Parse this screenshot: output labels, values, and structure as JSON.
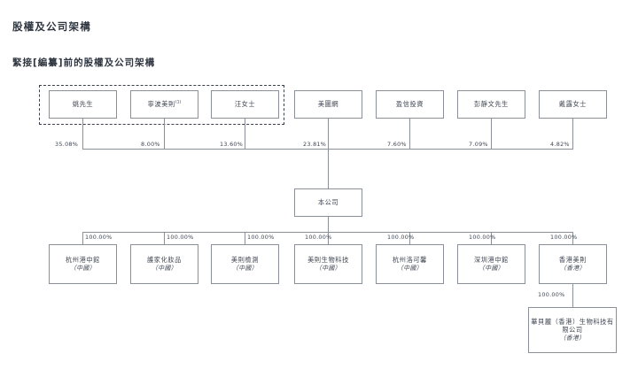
{
  "headings": {
    "section_title": "股權及公司架構",
    "sub_title": "緊接[編纂]前的股權及公司架構"
  },
  "chart_data": {
    "type": "diagram",
    "title": "緊接[編纂]前的股權及公司架構",
    "diagram_kind": "corporate-ownership-structure",
    "company_node": "本公司",
    "shareholders": [
      {
        "name": "姚先生",
        "superscript": "",
        "percent": "35.08%",
        "grouped": true
      },
      {
        "name": "寧波美則",
        "superscript": "(1)",
        "percent": "8.00%",
        "grouped": true
      },
      {
        "name": "汪女士",
        "superscript": "",
        "percent": "13.60%",
        "grouped": true
      },
      {
        "name": "美圖網",
        "superscript": "",
        "percent": "23.81%",
        "grouped": false
      },
      {
        "name": "盈信投資",
        "superscript": "",
        "percent": "7.60%",
        "grouped": false
      },
      {
        "name": "彭靜文先生",
        "superscript": "",
        "percent": "7.09%",
        "grouped": false
      },
      {
        "name": "戴露女士",
        "superscript": "",
        "percent": "4.82%",
        "grouped": false
      }
    ],
    "subsidiaries": [
      {
        "name": "杭州港中館",
        "region": "（中國）",
        "percent": "100.00%"
      },
      {
        "name": "護家化妝品",
        "region": "（中國）",
        "percent": "100.00%"
      },
      {
        "name": "美則檢測",
        "region": "（中國）",
        "percent": "100.00%"
      },
      {
        "name": "美則生物科技",
        "region": "（中國）",
        "percent": "100.00%"
      },
      {
        "name": "杭州洛可馨",
        "region": "（中國）",
        "percent": "100.00%"
      },
      {
        "name": "深圳港中館",
        "region": "（中國）",
        "percent": "100.00%"
      },
      {
        "name": "香港美則",
        "region": "（香港）",
        "percent": "100.00%"
      }
    ],
    "sub_subsidiary": {
      "parent": "香港美則",
      "name": "華貝麗（香港）生物科技有限公司",
      "region": "（香港）",
      "percent": "100.00%"
    }
  },
  "colors": {
    "box_border": "#8a8f98",
    "dashed_border": "#3a3f49",
    "text": "#3d4450",
    "heading": "#2f3640",
    "background": "#ffffff"
  }
}
